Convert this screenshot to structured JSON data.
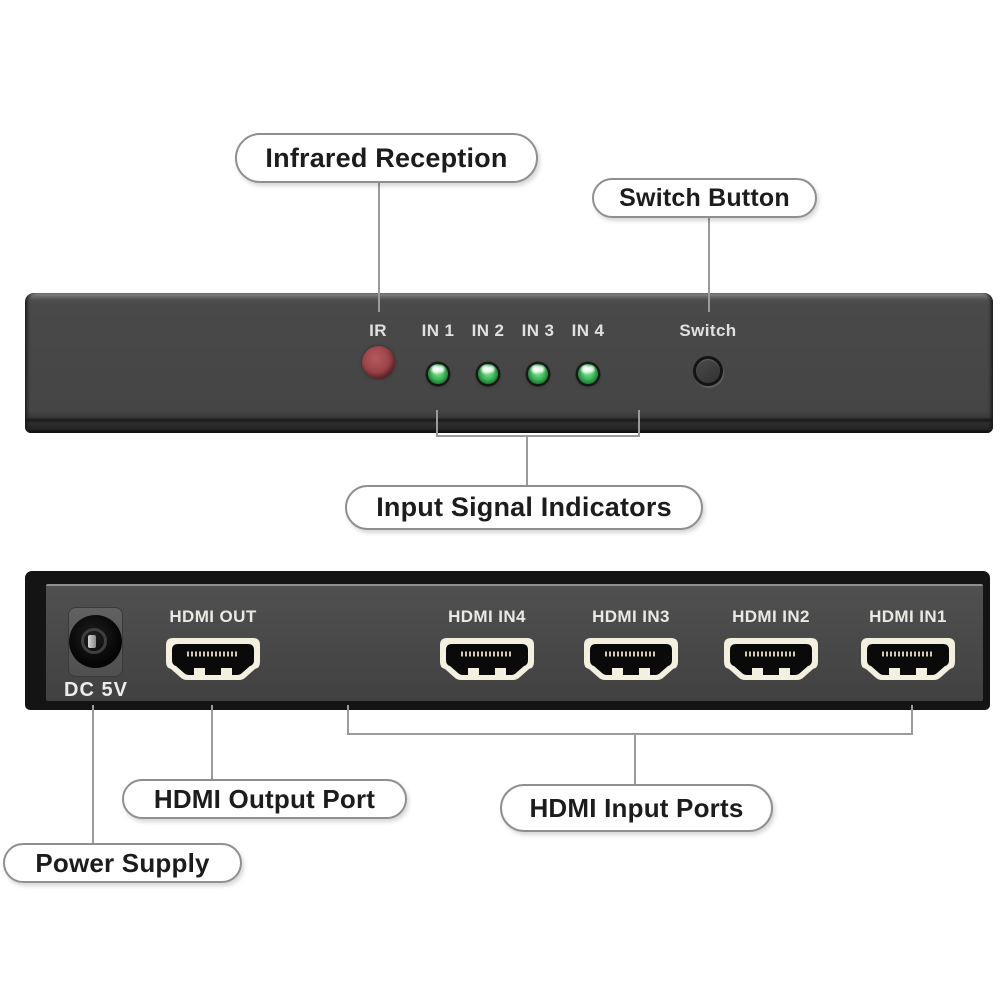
{
  "callouts": {
    "infrared_reception": "Infrared Reception",
    "switch_button": "Switch Button",
    "input_signal_indicators": "Input Signal Indicators",
    "hdmi_output_port": "HDMI Output Port",
    "hdmi_input_ports": "HDMI Input Ports",
    "power_supply": "Power Supply"
  },
  "front_panel": {
    "ir": {
      "label": "IR",
      "led_status_color": "#9c4348"
    },
    "inputs": [
      {
        "label": "IN 1",
        "led_status_color": "#3cb457"
      },
      {
        "label": "IN 2",
        "led_status_color": "#3cb457"
      },
      {
        "label": "IN 3",
        "led_status_color": "#3cb457"
      },
      {
        "label": "IN 4",
        "led_status_color": "#3cb457"
      }
    ],
    "switch": {
      "label": "Switch"
    }
  },
  "back_panel": {
    "power_input": {
      "label": "DC 5V"
    },
    "hdmi_output": {
      "label": "HDMI OUT"
    },
    "hdmi_inputs": [
      {
        "label": "HDMI IN4"
      },
      {
        "label": "HDMI IN3"
      },
      {
        "label": "HDMI IN2"
      },
      {
        "label": "HDMI IN1"
      }
    ]
  },
  "colors": {
    "panel_body": "#464646",
    "panel_text": "#e0e0e0",
    "callout_border": "#8f8f8f",
    "callout_text": "#1c1c1c",
    "leader_line": "#9b9b9b",
    "led_green": "#3cb457",
    "led_red": "#9c4348",
    "hdmi_connector": "#f3f0e0"
  }
}
